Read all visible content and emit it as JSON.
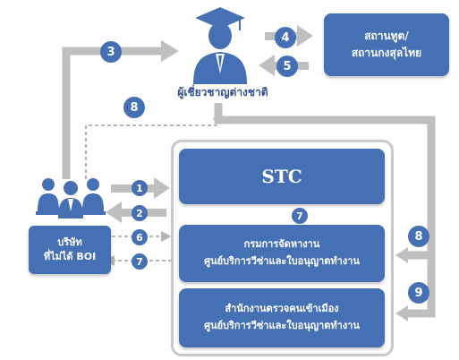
{
  "expert": {
    "label": "ผู้เชี่ยวชาญต่างชาติ"
  },
  "embassy": {
    "line1": "สถานทูต/",
    "line2": "สถานกงสุลไทย"
  },
  "company": {
    "line1": "บริษัท",
    "line2": "ที่ไม่ได้ BOI"
  },
  "stc": {
    "label": "STC"
  },
  "employment": {
    "line1": "กรมการจัดหางาน",
    "line2": "ศูนย์บริการวีซ่าและใบอนุญาตทำงาน"
  },
  "immigration": {
    "line1": "สำนักงานตรวจคนเข้าเมือง",
    "line2": "ศูนย์บริการวีซ่าและใบอนุญาตทำงาน"
  },
  "steps": {
    "s1": "1",
    "s2": "2",
    "s3": "3",
    "s4": "4",
    "s5": "5",
    "s6": "6",
    "s7a": "7",
    "s7b": "7",
    "s8a": "8",
    "s8b": "8",
    "s9": "9"
  },
  "colors": {
    "primary": "#4670b4",
    "arrow_gray": "#bfbfbf",
    "dashed_gray": "#b5b5b5",
    "frame": "#c8c8c8"
  }
}
